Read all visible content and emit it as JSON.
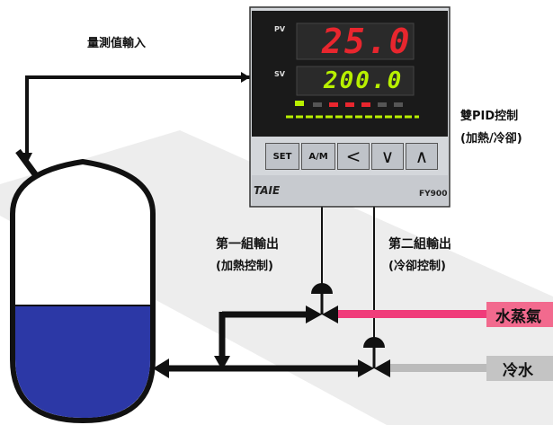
{
  "labels": {
    "measure_input": "量測值輸入",
    "pid_line1": "雙PID控制",
    "pid_line2": "(加熱/冷卻)",
    "out1_line1": "第一組輸出",
    "out1_line2": "(加熱控制)",
    "out2_line1": "第二組輸出",
    "out2_line2": "(冷卻控制)",
    "steam": "水蒸氣",
    "cold_water": "冷水"
  },
  "controller": {
    "pv_tag": "PV",
    "pv_value": "25.0",
    "sv_tag": "SV",
    "sv_value": "200.0",
    "buttons": [
      "SET",
      "A/M",
      "<",
      "∨",
      "∧"
    ],
    "brand": "TAIE",
    "model": "FY900"
  },
  "colors": {
    "pv_digits": "#e8262e",
    "sv_digits": "#b8f000",
    "steam_pipe": "#f03c7a",
    "steam_label_bg": "#f26a8e",
    "water_pipe": "#bbbbbb",
    "water_label_bg": "#c4c4c4",
    "tank_liquid": "#2c38a6"
  }
}
